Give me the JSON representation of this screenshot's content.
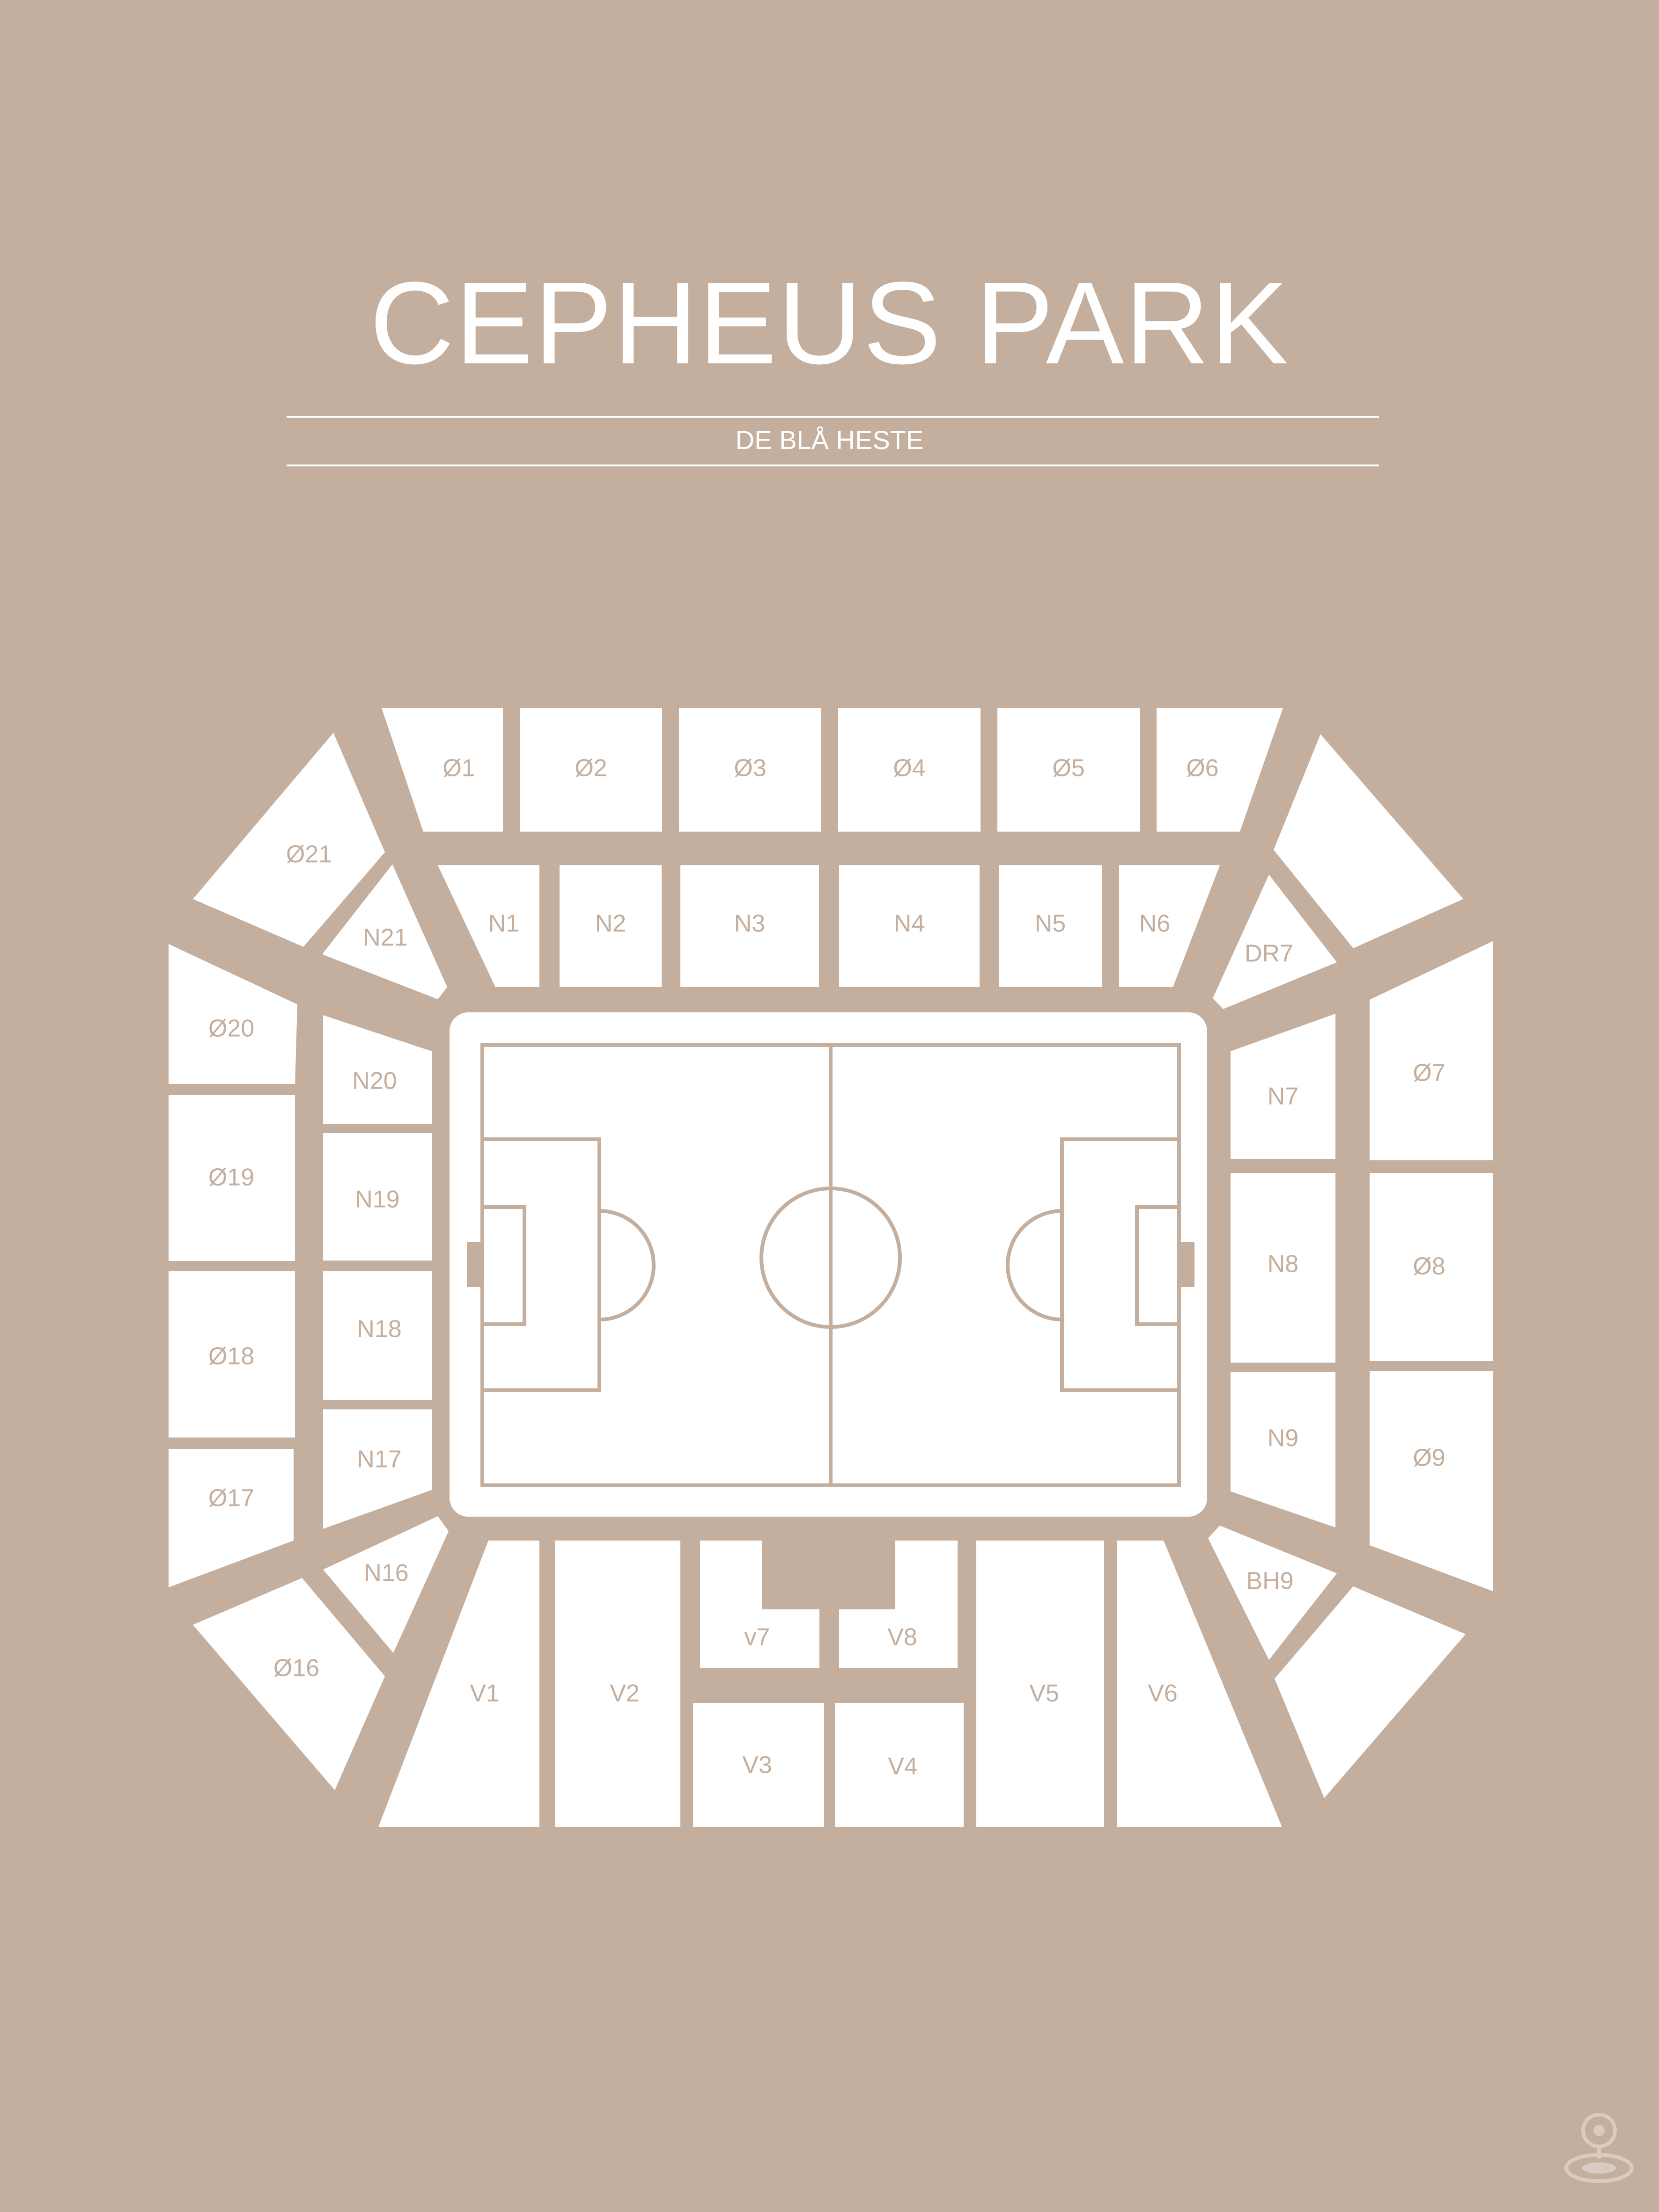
{
  "title": "CEPHEUS PARK",
  "subtitle": "DE BLÅ HESTE",
  "colors": {
    "background": "#c4af9e",
    "sections": "#ffffff",
    "labels": "#c4af9e"
  },
  "sections": {
    "o1": "Ø1",
    "o2": "Ø2",
    "o3": "Ø3",
    "o4": "Ø4",
    "o5": "Ø5",
    "o6": "Ø6",
    "o7": "Ø7",
    "o8": "Ø8",
    "o9": "Ø9",
    "o16": "Ø16",
    "o17": "Ø17",
    "o18": "Ø18",
    "o19": "Ø19",
    "o20": "Ø20",
    "o21": "Ø21",
    "n1": "N1",
    "n2": "N2",
    "n3": "N3",
    "n4": "N4",
    "n5": "N5",
    "n6": "N6",
    "n7": "N7",
    "n8": "N8",
    "n9": "N9",
    "n16": "N16",
    "n17": "N17",
    "n18": "N18",
    "n19": "N19",
    "n20": "N20",
    "n21": "N21",
    "dr7": "DR7",
    "bh9": "BH9",
    "v1": "V1",
    "v2": "V2",
    "v3": "V3",
    "v4": "V4",
    "v5": "V5",
    "v6": "V6",
    "v7": "v7",
    "v8": "V8"
  },
  "icons": {
    "logo": "stadium-logo-icon"
  }
}
